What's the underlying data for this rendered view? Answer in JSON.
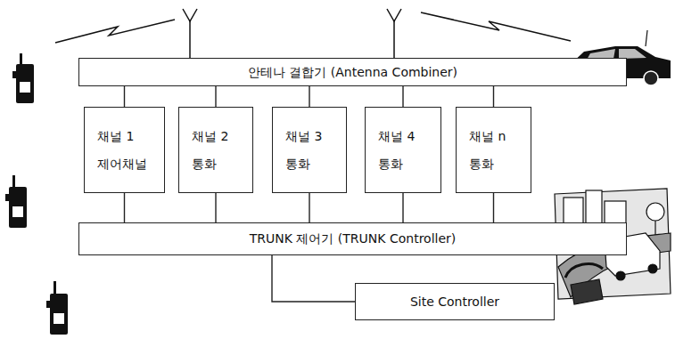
{
  "diagram": {
    "nodes": [
      {
        "text": [
          "안테나 결합기 (Antenna Combiner)"
        ]
      },
      {
        "text": [
          "채널 1",
          "제어채널"
        ]
      },
      {
        "text": [
          "채널 2",
          "통화"
        ]
      },
      {
        "text": [
          "채널 3",
          "통화"
        ]
      },
      {
        "text": [
          "채널 4",
          "통화"
        ]
      },
      {
        "text": [
          "채널 n",
          "통화"
        ]
      },
      {
        "text": [
          "TRUNK 제어기 (TRUNK Controller)"
        ]
      },
      {
        "text": [
          "Site Controller"
        ]
      }
    ],
    "edges": [
      {
        "from": 0,
        "to": 1,
        "arrow": "none"
      },
      {
        "from": 0,
        "to": 2,
        "arrow": "none"
      },
      {
        "from": 0,
        "to": 3,
        "arrow": "none"
      },
      {
        "from": 0,
        "to": 4,
        "arrow": "none"
      },
      {
        "from": 0,
        "to": 5,
        "arrow": "none"
      },
      {
        "from": 1,
        "to": 6,
        "arrow": "none"
      },
      {
        "from": 2,
        "to": 6,
        "arrow": "none"
      },
      {
        "from": 3,
        "to": 6,
        "arrow": "none"
      },
      {
        "from": 4,
        "to": 6,
        "arrow": "none"
      },
      {
        "from": 5,
        "to": 6,
        "arrow": "none"
      },
      {
        "from": 6,
        "to": 7,
        "arrow": "none"
      }
    ]
  }
}
